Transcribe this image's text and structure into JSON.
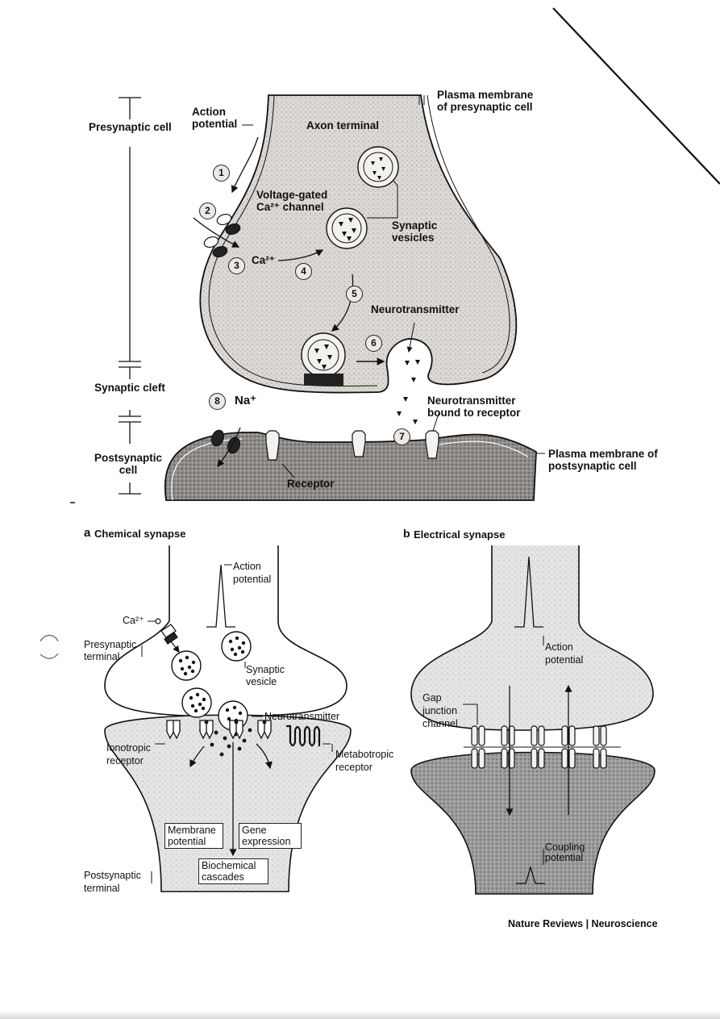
{
  "top": {
    "presynaptic_cell": "Presynaptic cell",
    "action_potential": "Action potential",
    "axon_terminal": "Axon terminal",
    "plasma_membrane_pre": "Plasma membrane of presynaptic cell",
    "voltage_gated": "Voltage-gated Ca²⁺ channel",
    "synaptic_vesicles": "Synaptic vesicles",
    "ca": "Ca²⁺",
    "neurotransmitter": "Neurotransmitter",
    "synaptic_cleft": "Synaptic cleft",
    "na": "Na⁺",
    "nt_bound": "Neurotransmitter bound to receptor",
    "postsynaptic_cell": "Postsynaptic cell",
    "plasma_membrane_post": "Plasma membrane of postsynaptic cell",
    "receptor": "Receptor",
    "steps": [
      "1",
      "2",
      "3",
      "4",
      "5",
      "6",
      "7",
      "8"
    ]
  },
  "panel_a": {
    "letter": "a",
    "title": "Chemical synapse",
    "action_potential": "Action potential",
    "ca": "Ca²⁺",
    "presynaptic_terminal": "Presynaptic terminal",
    "synaptic_vesicle": "Synaptic vesicle",
    "neurotransmitter": "Neurotransmitter",
    "ionotropic_receptor": "Ionotropic receptor",
    "metabotropic_receptor": "Metabotropic receptor",
    "membrane_potential": "Membrane potential",
    "gene_expression": "Gene expression",
    "biochemical_cascades": "Biochemical cascades",
    "postsynaptic_terminal": "Postsynaptic terminal"
  },
  "panel_b": {
    "letter": "b",
    "title": "Electrical synapse",
    "action_potential": "Action potential",
    "gap_junction_channel": "Gap junction channel",
    "coupling_potential": "Coupling potential"
  },
  "credit": "Nature Reviews | Neuroscience"
}
